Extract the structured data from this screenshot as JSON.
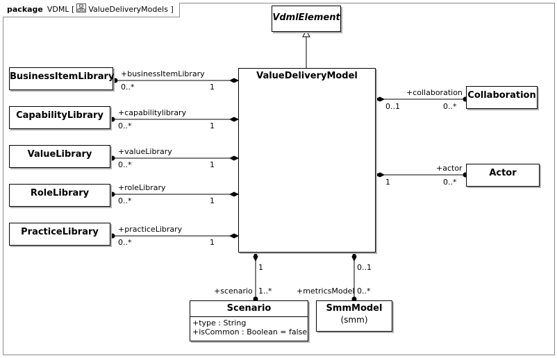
{
  "package": {
    "keyword": "package",
    "name": "VDML",
    "bracket_open": "[",
    "diagram_name": "ValueDeliveryModels",
    "bracket_close": "]"
  },
  "classes": {
    "vdml_element": "VdmlElement",
    "value_delivery_model": "ValueDeliveryModel",
    "business_item_library": "BusinessItemLibrary",
    "capability_library": "CapabilityLibrary",
    "value_library": "ValueLibrary",
    "role_library": "RoleLibrary",
    "practice_library": "PracticeLibrary",
    "collaboration": "Collaboration",
    "actor": "Actor",
    "scenario": {
      "name": "Scenario",
      "attributes": [
        "+type : String",
        "+isCommon : Boolean = false"
      ]
    },
    "smm_model": {
      "name": "SmmModel",
      "subtitle": "(smm)"
    }
  },
  "associations": {
    "business_item_library": {
      "role": "+businessItemLibrary",
      "multiplicity_part": "0..*",
      "multiplicity_owner": "1"
    },
    "capability_library": {
      "role": "+capabilitylibrary",
      "multiplicity_part": "0..*",
      "multiplicity_owner": "1"
    },
    "value_library": {
      "role": "+valueLibrary",
      "multiplicity_part": "0..*",
      "multiplicity_owner": "1"
    },
    "role_library": {
      "role": "+roleLibrary",
      "multiplicity_part": "0..*",
      "multiplicity_owner": "1"
    },
    "practice_library": {
      "role": "+practiceLibrary",
      "multiplicity_part": "0..*",
      "multiplicity_owner": "1"
    },
    "collaboration": {
      "role": "+collaboration",
      "multiplicity_owner": "0..1",
      "multiplicity_part": "0..*"
    },
    "actor": {
      "role": "+actor",
      "multiplicity_owner": "1",
      "multiplicity_part": "0..*"
    },
    "scenario": {
      "role": "+scenario",
      "multiplicity_owner": "1",
      "multiplicity_part": "1..*"
    },
    "metrics_model": {
      "role": "+metricsModel",
      "multiplicity_owner": "0..1",
      "multiplicity_part": "0..*"
    }
  }
}
